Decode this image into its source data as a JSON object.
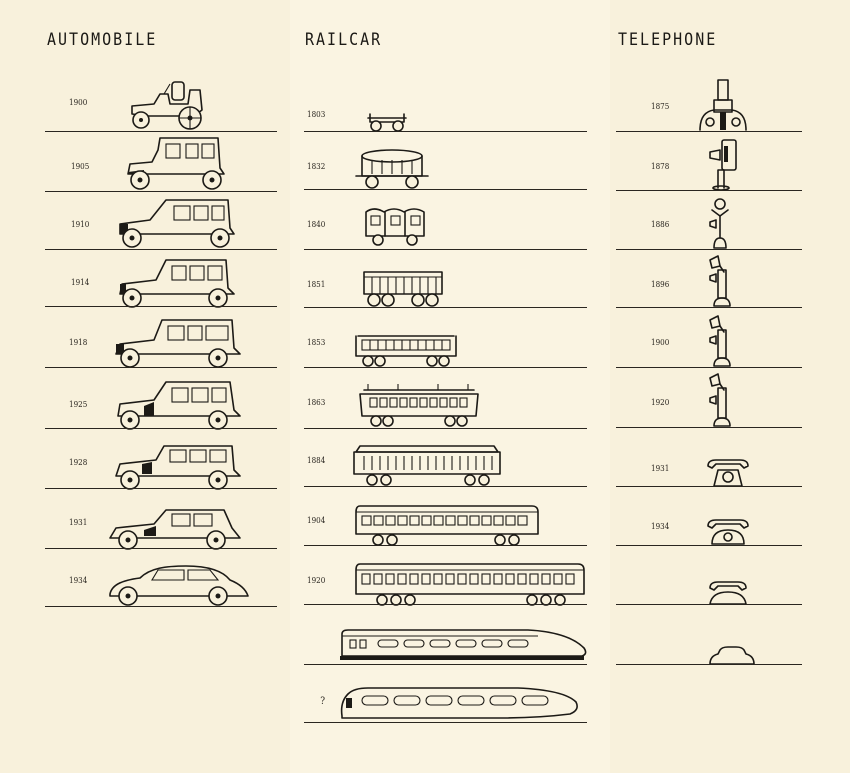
{
  "columns": {
    "automobile": {
      "title": "AUTOMOBILE",
      "rows": [
        {
          "year": "1900",
          "icon": "automobile-1900-icon"
        },
        {
          "year": "1905",
          "icon": "automobile-1905-icon"
        },
        {
          "year": "1910",
          "icon": "automobile-1910-icon"
        },
        {
          "year": "1914",
          "icon": "automobile-1914-icon"
        },
        {
          "year": "1918",
          "icon": "automobile-1918-icon"
        },
        {
          "year": "1925",
          "icon": "automobile-1925-icon"
        },
        {
          "year": "1928",
          "icon": "automobile-1928-icon"
        },
        {
          "year": "1931",
          "icon": "automobile-1931-icon"
        },
        {
          "year": "1934",
          "icon": "automobile-1934-icon"
        }
      ]
    },
    "railcar": {
      "title": "RAILCAR",
      "rows": [
        {
          "year": "1803",
          "icon": "railcar-1803-icon"
        },
        {
          "year": "1832",
          "icon": "railcar-1832-icon"
        },
        {
          "year": "1840",
          "icon": "railcar-1840-icon"
        },
        {
          "year": "1851",
          "icon": "railcar-1851-icon"
        },
        {
          "year": "1853",
          "icon": "railcar-1853-icon"
        },
        {
          "year": "1863",
          "icon": "railcar-1863-icon"
        },
        {
          "year": "1884",
          "icon": "railcar-1884-icon"
        },
        {
          "year": "1904",
          "icon": "railcar-1904-icon"
        },
        {
          "year": "1920",
          "icon": "railcar-1920-icon"
        },
        {
          "year": "",
          "icon": "railcar-streamliner-icon"
        },
        {
          "year": "?",
          "icon": "railcar-future-icon"
        }
      ]
    },
    "telephone": {
      "title": "TELEPHONE",
      "rows": [
        {
          "year": "1875",
          "icon": "telephone-1875-icon"
        },
        {
          "year": "1878",
          "icon": "telephone-1878-icon"
        },
        {
          "year": "1886",
          "icon": "telephone-1886-icon"
        },
        {
          "year": "1896",
          "icon": "telephone-1896-icon"
        },
        {
          "year": "1900",
          "icon": "telephone-1900-icon"
        },
        {
          "year": "1920",
          "icon": "telephone-1920-icon"
        },
        {
          "year": "1931",
          "icon": "telephone-1931-icon"
        },
        {
          "year": "1934",
          "icon": "telephone-1934-icon"
        },
        {
          "year": "",
          "icon": "telephone-cradle-icon"
        },
        {
          "year": "",
          "icon": "telephone-future-icon"
        }
      ]
    }
  }
}
